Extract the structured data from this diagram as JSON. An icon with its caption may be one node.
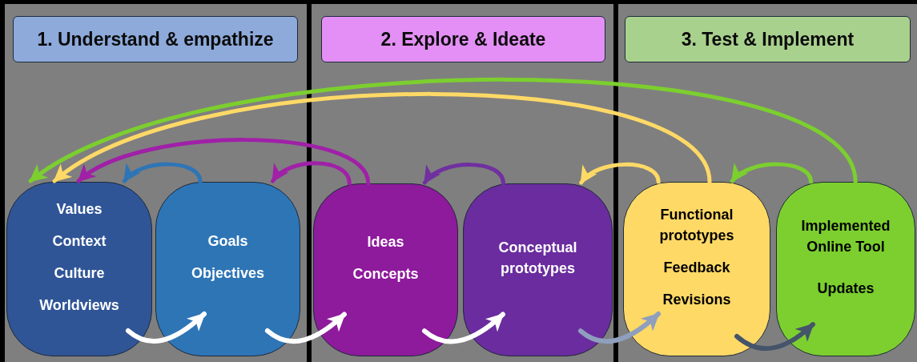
{
  "diagram": {
    "nodes": [
      {
        "text": [],
        "shape": "box"
      },
      {
        "text": [
          "1. Understand & empathize"
        ],
        "in": 0
      },
      {
        "text": [
          "Values",
          "Context",
          "Culture",
          "Worldviews"
        ],
        "in": 0
      },
      {
        "text": [
          "Goals",
          "Objectives"
        ],
        "in": 0
      },
      {
        "text": [],
        "shape": "box"
      },
      {
        "text": [
          "2. Explore & Ideate"
        ],
        "in": 4
      },
      {
        "text": [
          "Ideas",
          "Concepts"
        ],
        "in": 4
      },
      {
        "text": [
          "Conceptual prototypes"
        ],
        "in": 4
      },
      {
        "text": [],
        "shape": "box"
      },
      {
        "text": [
          "3. Test & Implement"
        ],
        "in": 8
      },
      {
        "text": [
          "Functional prototypes",
          "Feedback",
          "Revisions"
        ],
        "in": 8
      },
      {
        "text": [
          "Implemented Online Tool",
          "Updates"
        ],
        "in": 8
      }
    ],
    "edges": [
      {
        "from": 11,
        "to": 2,
        "arrow": "to",
        "color": "#7ccf2f"
      },
      {
        "from": 10,
        "to": 2,
        "arrow": "to",
        "color": "#ffd966"
      },
      {
        "from": 6,
        "to": 2,
        "arrow": "to",
        "color": "#a020a8"
      },
      {
        "from": 3,
        "to": 2,
        "arrow": "to",
        "color": "#2e75b6"
      },
      {
        "from": 6,
        "to": 3,
        "arrow": "to",
        "color": "#a020a8"
      },
      {
        "from": 7,
        "to": 6,
        "arrow": "to",
        "color": "#7030a0"
      },
      {
        "from": 10,
        "to": 7,
        "arrow": "to",
        "color": "#ffd966"
      },
      {
        "from": 11,
        "to": 10,
        "arrow": "to",
        "color": "#7ccf2f"
      },
      {
        "from": 2,
        "to": 3,
        "arrow": "to",
        "color": "#ffffff"
      },
      {
        "from": 3,
        "to": 6,
        "arrow": "to",
        "color": "#ffffff"
      },
      {
        "from": 6,
        "to": 7,
        "arrow": "to",
        "color": "#ffffff"
      },
      {
        "from": 7,
        "to": 10,
        "arrow": "to",
        "color": "#8f9fbd"
      },
      {
        "from": 10,
        "to": 11,
        "arrow": "to",
        "color": "#44546a"
      }
    ]
  }
}
